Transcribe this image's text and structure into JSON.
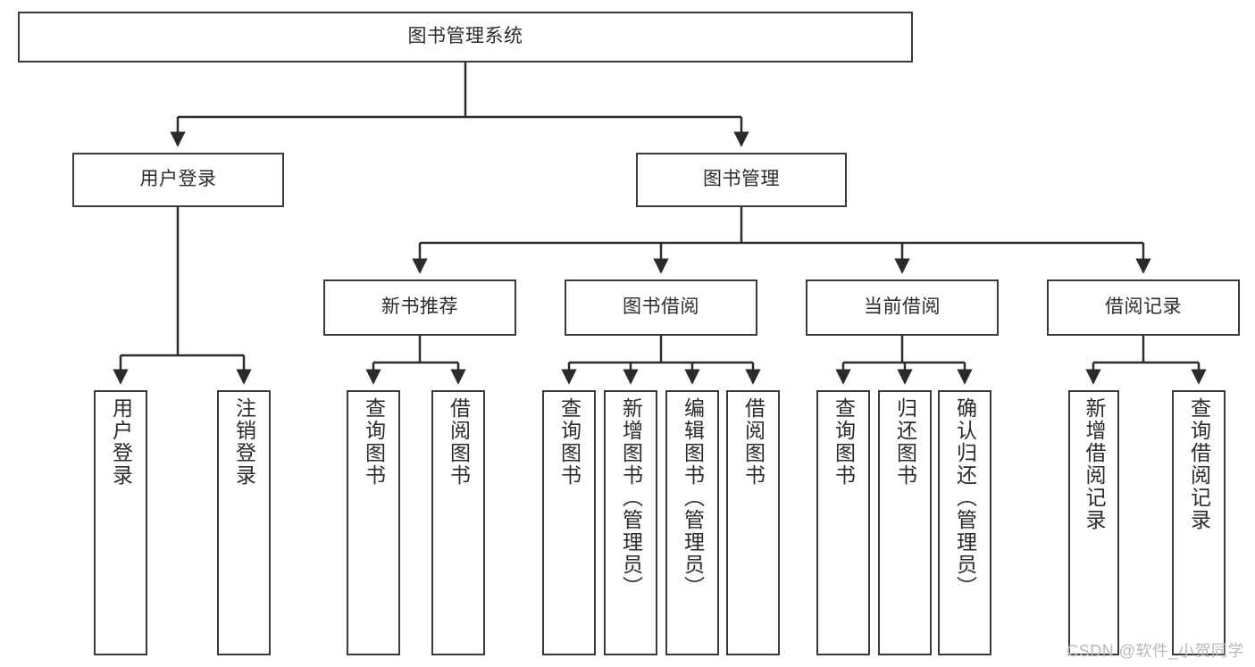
{
  "diagram": {
    "type": "tree",
    "title": "图书管理系统",
    "watermark": "CSDN @软件_小贺同学",
    "colors": {
      "border": "#3a3a3a",
      "background": "#ffffff",
      "text": "#2b2b2b",
      "connector": "#2b2b2b",
      "watermark": "#b9b9b9"
    },
    "root": {
      "label": "图书管理系统"
    },
    "level1": [
      {
        "label": "用户登录"
      },
      {
        "label": "图书管理"
      }
    ],
    "level2": [
      {
        "label": "新书推荐"
      },
      {
        "label": "图书借阅"
      },
      {
        "label": "当前借阅"
      },
      {
        "label": "借阅记录"
      }
    ],
    "leaves": {
      "user_login": [
        {
          "label": "用户登录"
        },
        {
          "label": "注销登录"
        }
      ],
      "new_book_recommend": [
        {
          "label": "查询图书"
        },
        {
          "label": "借阅图书"
        }
      ],
      "book_borrow": [
        {
          "label": "查询图书"
        },
        {
          "label": "新增图书（管理员）"
        },
        {
          "label": "编辑图书（管理员）"
        },
        {
          "label": "借阅图书"
        }
      ],
      "current_borrow": [
        {
          "label": "查询图书"
        },
        {
          "label": "归还图书"
        },
        {
          "label": "确认归还（管理员）"
        }
      ],
      "borrow_record": [
        {
          "label": "新增借阅记录"
        },
        {
          "label": "查询借阅记录"
        }
      ]
    }
  }
}
